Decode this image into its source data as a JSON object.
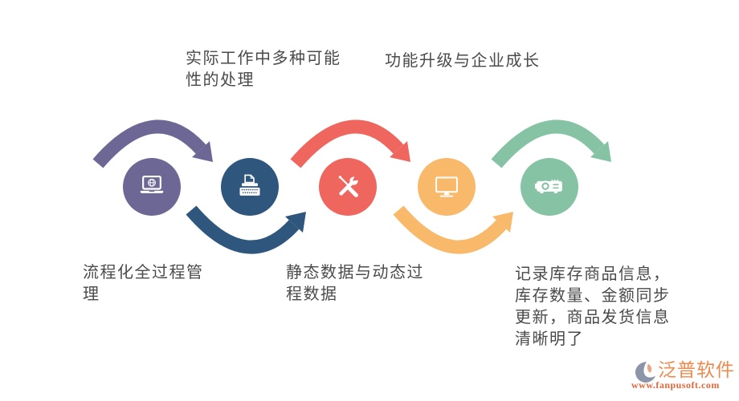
{
  "theme": {
    "background": "#ffffff",
    "text_color": "#4a4a4a"
  },
  "steps": [
    {
      "order": 1,
      "color": "#6c6795",
      "icon": "laptop-globe",
      "label": "流程化全过程管理",
      "label_position": "bottom",
      "arrow": "over"
    },
    {
      "order": 2,
      "color": "#2f567c",
      "icon": "typewriter",
      "label": "实际工作中多种可能性的处理",
      "label_position": "top",
      "arrow": "under"
    },
    {
      "order": 3,
      "color": "#ef665e",
      "icon": "tools-wrench-screwdriver",
      "label": "静态数据与动态过程数据",
      "label_position": "bottom",
      "arrow": "over"
    },
    {
      "order": 4,
      "color": "#f8b96a",
      "icon": "monitor",
      "label": "功能升级与企业成长",
      "label_position": "top",
      "arrow": "under"
    },
    {
      "order": 5,
      "color": "#85c3a4",
      "icon": "projector",
      "label": "记录库存商品信息，库存数量、金额同步更新，商品发货信息清晰明了",
      "label_position": "bottom",
      "arrow": "over"
    }
  ],
  "watermark": {
    "brand": "泛普软件",
    "url": "www.fanpusoft.com",
    "brand_color": "#ee8a4e",
    "url_color": "#e0683a",
    "logo_blue": "#8b94a9",
    "logo_orange": "#e9a489"
  }
}
